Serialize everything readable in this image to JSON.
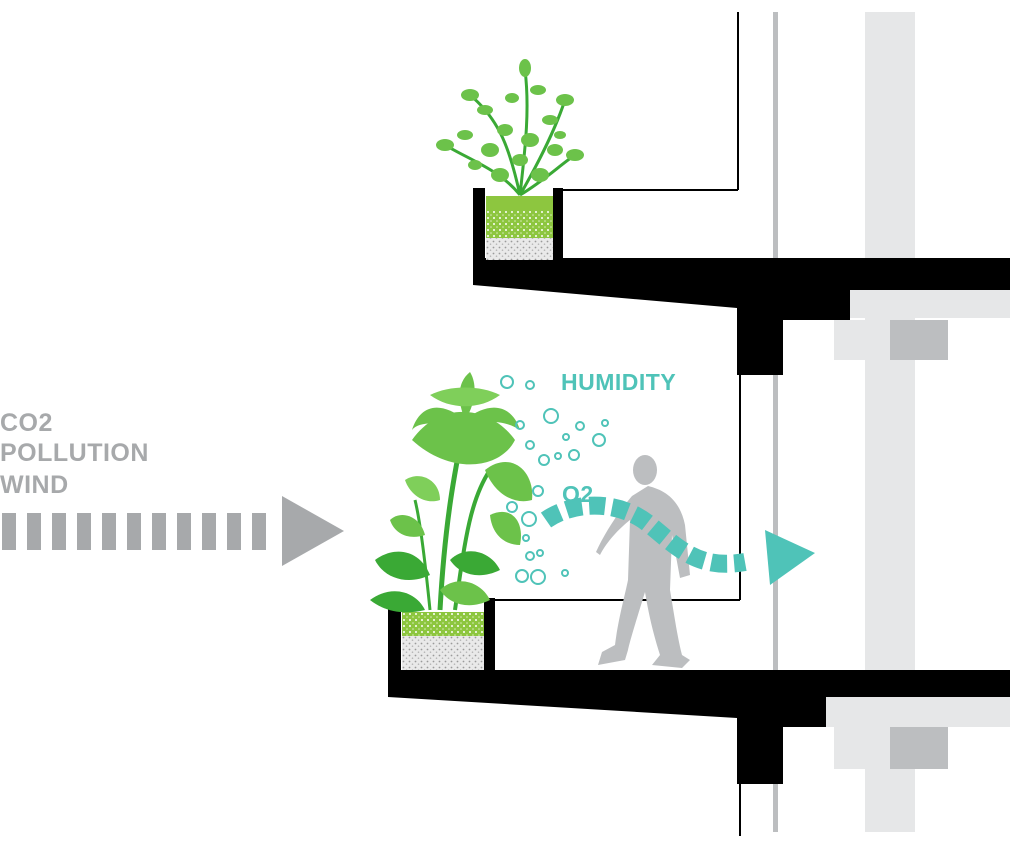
{
  "labels": {
    "co2": "CO2",
    "pollution": "POLLUTION",
    "wind": "WIND",
    "humidity": "HUMIDITY",
    "o2": "O2"
  },
  "colors": {
    "structure": "#000000",
    "column_light": "#e6e7e8",
    "column_mid": "#d1d3d4",
    "column_dark": "#bcbec0",
    "wind_arrow": "#a7a9ab",
    "person": "#bcbec0",
    "teal": "#4fc3b8",
    "foliage": "#6cc24a",
    "foliage_dark": "#3aa935",
    "soil_green": "#8dc63f",
    "soil_grey": "#d9d9d9"
  },
  "icons": {
    "wind_arrow": "dashed-arrow-right-icon",
    "o2_arrow": "curved-dashed-arrow-icon",
    "person": "walking-person-icon",
    "plant_upper": "shrub-planter-icon",
    "plant_lower": "tropical-plant-planter-icon"
  }
}
